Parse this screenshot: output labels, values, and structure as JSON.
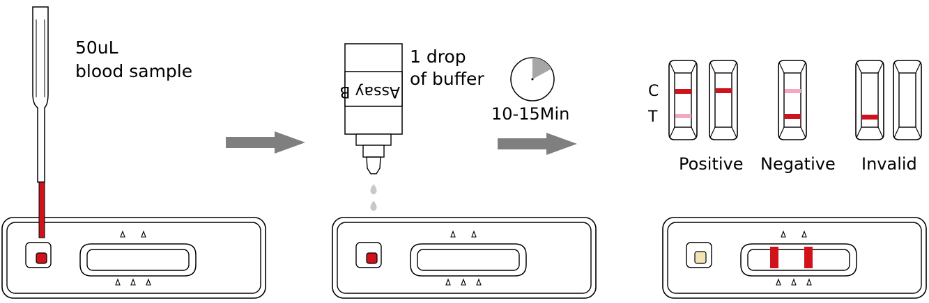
{
  "colors": {
    "blood": "#d0121b",
    "faint_line": "#f5a7bf",
    "arrow": "#7f7f7f",
    "drop": "#c8c8c8",
    "timer_fill": "#a6a6a6",
    "used_well": "#f1e3b4",
    "outline": "#000000"
  },
  "step1": {
    "label_line1": "50uL",
    "label_line2": "blood sample"
  },
  "step2": {
    "bottle_label": "Assay B",
    "label_line1": "1 drop",
    "label_line2": "of buffer"
  },
  "step3": {
    "timer_label": "10-15Min",
    "timer_fraction": 0.17
  },
  "results": {
    "c_label": "C",
    "t_label": "T",
    "positive_label": "Positive",
    "negative_label": "Negative",
    "invalid_label": "Invalid"
  },
  "icons": [
    "dropper-icon",
    "arrow-right-icon",
    "buffer-bottle-icon",
    "timer-icon",
    "test-cassette-icon",
    "test-strip-icon"
  ]
}
